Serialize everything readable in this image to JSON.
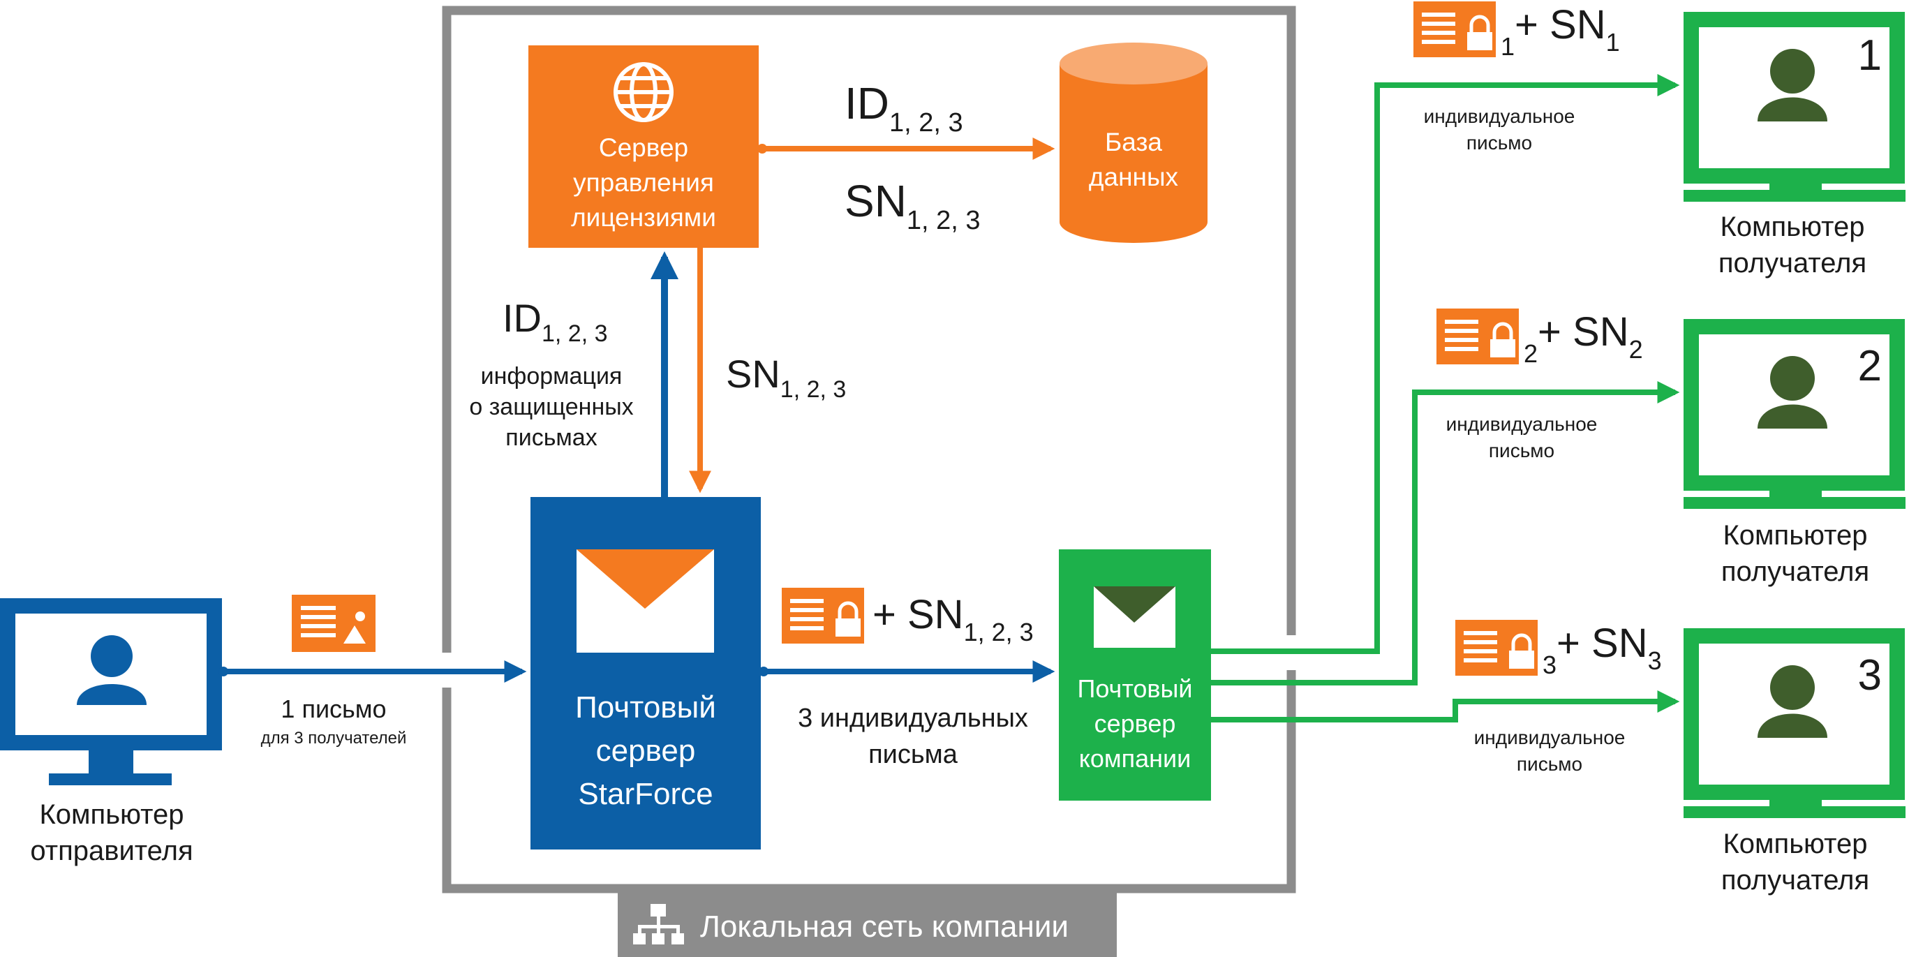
{
  "colors": {
    "orange": "#F47A20",
    "blue": "#0C5FA6",
    "green": "#1DB14B",
    "dark_green": "#3F5E2C",
    "gray": "#8C8C8C",
    "black": "#1A1A1A",
    "db_top": "#F8AA72"
  },
  "lan": {
    "label": "Локальная сеть компании",
    "icon": "network-icon"
  },
  "license_server": {
    "lines": [
      "Сервер",
      "управления",
      "лицензиями"
    ],
    "icon": "globe-icon"
  },
  "database": {
    "lines": [
      "База",
      "данных"
    ]
  },
  "arrow_to_db": {
    "top_main": "ID",
    "top_sub": "1, 2, 3",
    "bottom_main": "SN",
    "bottom_sub": "1, 2, 3"
  },
  "up_arrow_label": {
    "main": "ID",
    "sub": "1, 2, 3",
    "lines": [
      "информация",
      "о защищенных",
      "письмах"
    ]
  },
  "down_arrow_label": {
    "main": "SN",
    "sub": "1, 2, 3"
  },
  "starforce_server": {
    "lines": [
      "Почтовый",
      "сервер",
      "StarForce"
    ],
    "icon": "envelope-icon"
  },
  "sender": {
    "lines": [
      "Компьютер",
      "отправителя"
    ],
    "icon": "user-icon"
  },
  "sender_message": {
    "main": "1 письмо",
    "sub": "для 3 получателей",
    "icon": "document-image-icon"
  },
  "middle_message": {
    "prefix": "+ SN",
    "sub": "1, 2, 3",
    "lines": [
      "3 индивидуальных",
      "письма"
    ],
    "icon": "document-lock-icon"
  },
  "company_server": {
    "lines": [
      "Почтовый",
      "сервер",
      "компании"
    ],
    "icon": "envelope-icon"
  },
  "recipients": [
    {
      "number": "1",
      "lines": [
        "Компьютер",
        "получателя"
      ],
      "doc_sub": "1",
      "plus": "+ SN",
      "sn_sub": "1",
      "note": [
        "индивидуальное",
        "письмо"
      ]
    },
    {
      "number": "2",
      "lines": [
        "Компьютер",
        "получателя"
      ],
      "doc_sub": "2",
      "plus": "+ SN",
      "sn_sub": "2",
      "note": [
        "индивидуальное",
        "письмо"
      ]
    },
    {
      "number": "3",
      "lines": [
        "Компьютер",
        "получателя"
      ],
      "doc_sub": "3",
      "plus": "+ SN",
      "sn_sub": "3",
      "note": [
        "индивидуальное",
        "письмо"
      ]
    }
  ]
}
